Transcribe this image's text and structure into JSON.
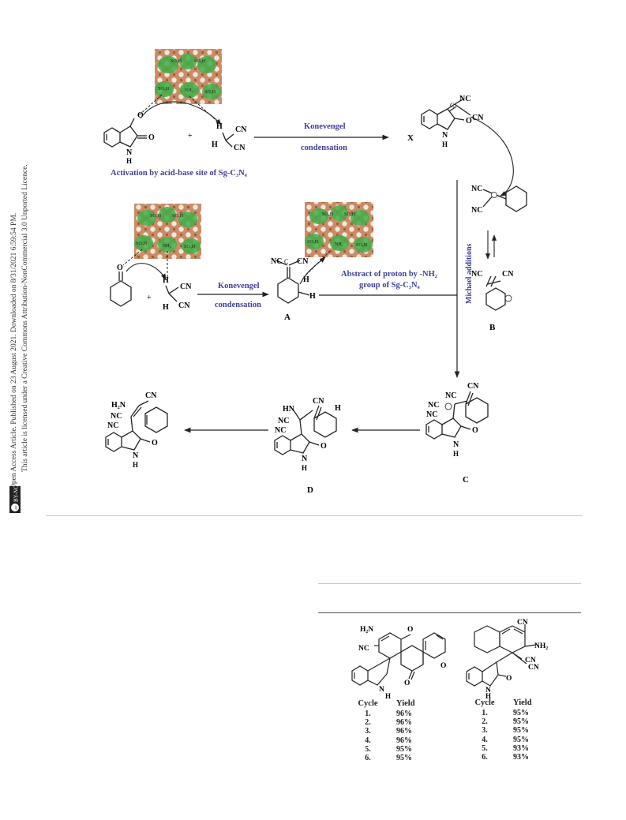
{
  "side_note": {
    "line1": "Open Access Article. Published on 23 August 2021. Downloaded on 8/31/2021 6:59:54 PM.",
    "line2": "This article is licensed under a Creative Commons Attribution-NonCommercial 3.0 Unported Licence.",
    "badge": "BY-NC"
  },
  "scheme": {
    "catalyst_groups": {
      "so3h": "SO₃H",
      "nh2": "NH₂"
    },
    "top_arrow": {
      "line1": "Konevengel",
      "line2": "condensation"
    },
    "activation_caption": "Activation by acid-base site of Sg-C₃N₄",
    "mid_arrow": {
      "line1": "Konevengel",
      "line2": "condensation"
    },
    "abstract_caption": {
      "line1": "Abstract of proton by -NH₂",
      "line2": "group of Sg-C₃N₄"
    },
    "michael_label": "Michael additions",
    "labels": {
      "X": "X",
      "A": "A",
      "B": "B",
      "C": "C",
      "D": "D"
    },
    "atoms": {
      "cn": "CN",
      "nc": "NC",
      "o": "O",
      "h": "H",
      "nh": "N",
      "hn": "HN",
      "h2n": "H₂N",
      "plus": "+"
    }
  },
  "reuse_left": {
    "header": {
      "cycle": "Cycle",
      "yield": "Yield"
    },
    "rows": [
      {
        "cycle": "1.",
        "yield": "96%"
      },
      {
        "cycle": "2.",
        "yield": "96%"
      },
      {
        "cycle": "3.",
        "yield": "96%"
      },
      {
        "cycle": "4.",
        "yield": "96%"
      },
      {
        "cycle": "5.",
        "yield": "95%"
      },
      {
        "cycle": "6.",
        "yield": "95%"
      }
    ],
    "atoms": {
      "h2n": "H₂N",
      "nc": "NC",
      "o": "O",
      "n": "N",
      "h": "H"
    }
  },
  "reuse_right": {
    "header": {
      "cycle": "Cycle",
      "yield": "Yield"
    },
    "rows": [
      {
        "cycle": "1.",
        "yield": "95%"
      },
      {
        "cycle": "2.",
        "yield": "95%"
      },
      {
        "cycle": "3.",
        "yield": "95%"
      },
      {
        "cycle": "4.",
        "yield": "95%"
      },
      {
        "cycle": "5.",
        "yield": "93%"
      },
      {
        "cycle": "6.",
        "yield": "93%"
      }
    ],
    "atoms": {
      "cn": "CN",
      "nh2": "NH₂",
      "o": "O",
      "n": "N",
      "h": "H"
    }
  },
  "colors": {
    "catalyst_brown": "#b8764f",
    "catalyst_green": "#3fae49",
    "caption_blue": "#3b3f9a",
    "ink": "#222222"
  }
}
